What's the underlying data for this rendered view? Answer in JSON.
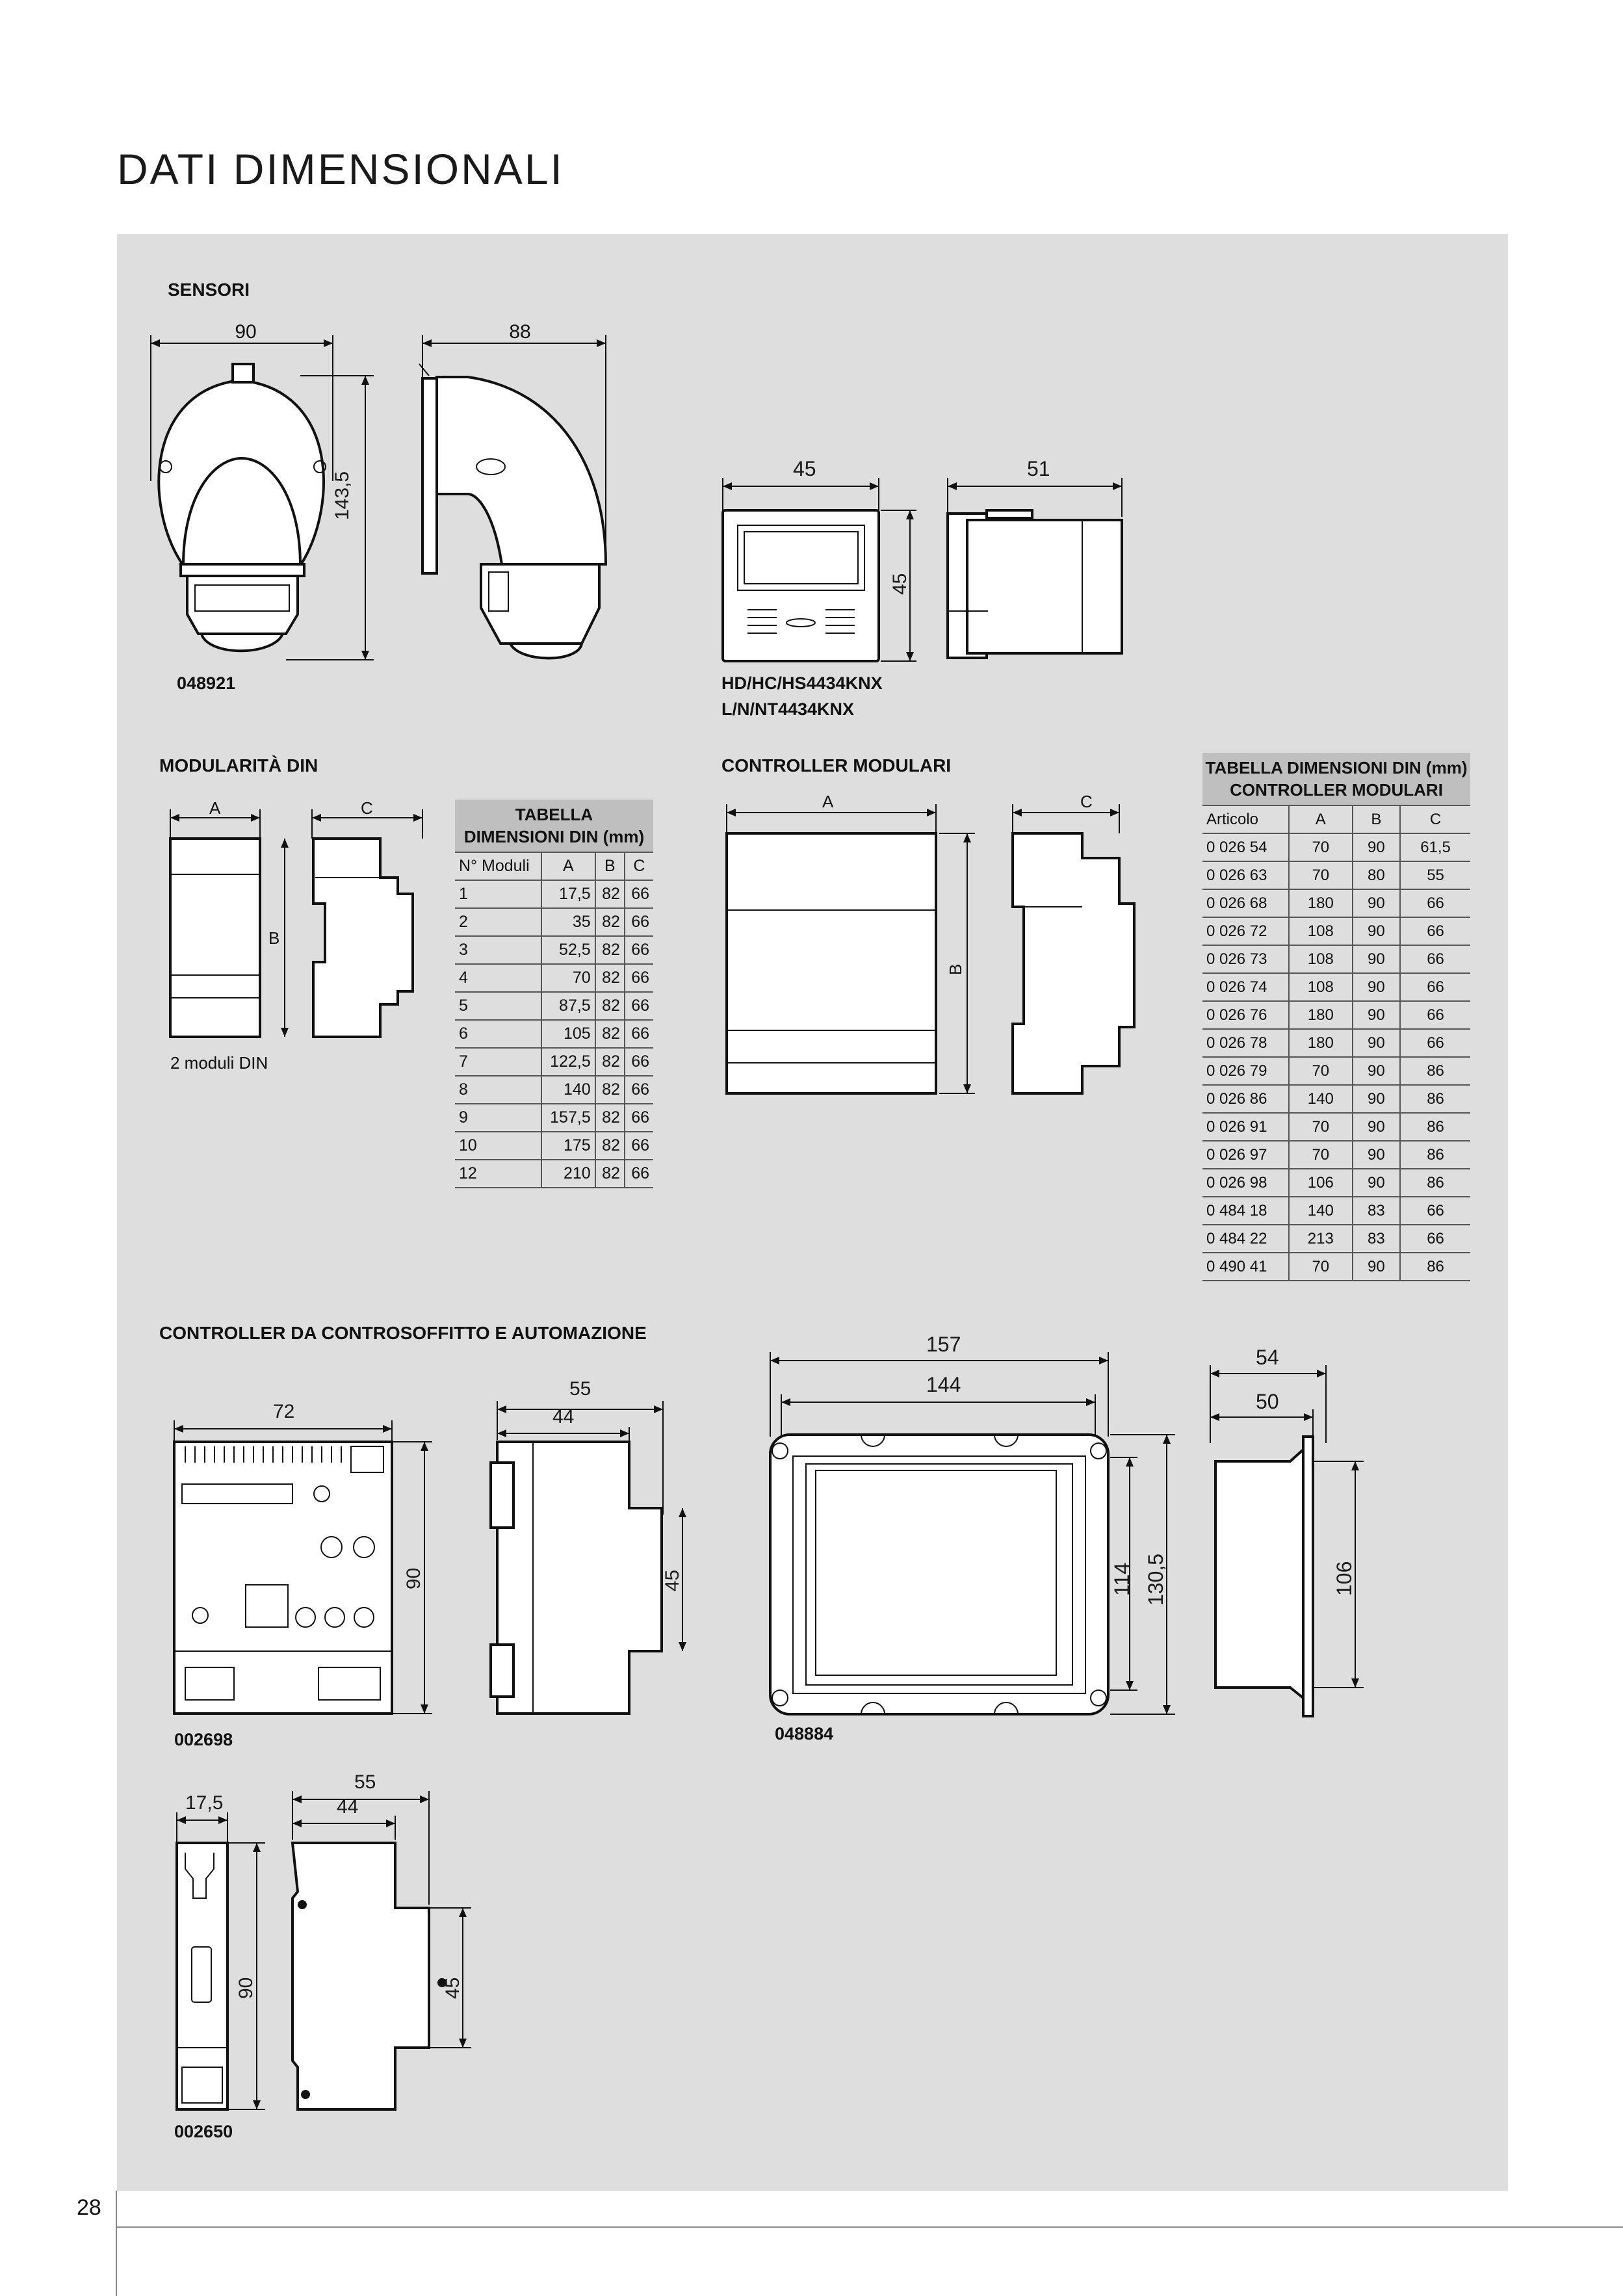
{
  "page": {
    "title": "DATI DIMENSIONALI",
    "page_number": "28"
  },
  "sensori": {
    "heading": "SENSORI",
    "dim_width_front": "90",
    "dim_height": "143,5",
    "dim_width_side": "88",
    "code": "048921",
    "ths_dim_width": "45",
    "ths_dim_height": "45",
    "ths_dim_depth": "51",
    "ths_code_1": "HD/HC/HS4434KNX",
    "ths_code_2": "L/N/NT4434KNX"
  },
  "modularita": {
    "heading": "MODULARITÀ DIN",
    "dim_a": "A",
    "dim_b": "B",
    "dim_c": "C",
    "caption": "2 moduli DIN",
    "table_title_1": "TABELLA",
    "table_title_2": "DIMENSIONI DIN (mm)",
    "columns": [
      "N° Moduli",
      "A",
      "B",
      "C"
    ],
    "rows": [
      [
        "1",
        "17,5",
        "82",
        "66"
      ],
      [
        "2",
        "35",
        "82",
        "66"
      ],
      [
        "3",
        "52,5",
        "82",
        "66"
      ],
      [
        "4",
        "70",
        "82",
        "66"
      ],
      [
        "5",
        "87,5",
        "82",
        "66"
      ],
      [
        "6",
        "105",
        "82",
        "66"
      ],
      [
        "7",
        "122,5",
        "82",
        "66"
      ],
      [
        "8",
        "140",
        "82",
        "66"
      ],
      [
        "9",
        "157,5",
        "82",
        "66"
      ],
      [
        "10",
        "175",
        "82",
        "66"
      ],
      [
        "12",
        "210",
        "82",
        "66"
      ]
    ]
  },
  "controller_modulari": {
    "heading": "CONTROLLER MODULARI",
    "dim_a": "A",
    "dim_b": "B",
    "dim_c": "C",
    "table_title_1": "TABELLA DIMENSIONI DIN (mm)",
    "table_title_2": "CONTROLLER MODULARI",
    "columns": [
      "Articolo",
      "A",
      "B",
      "C"
    ],
    "rows": [
      [
        "0 026 54",
        "70",
        "90",
        "61,5"
      ],
      [
        "0 026 63",
        "70",
        "80",
        "55"
      ],
      [
        "0 026 68",
        "180",
        "90",
        "66"
      ],
      [
        "0 026 72",
        "108",
        "90",
        "66"
      ],
      [
        "0 026 73",
        "108",
        "90",
        "66"
      ],
      [
        "0 026 74",
        "108",
        "90",
        "66"
      ],
      [
        "0 026 76",
        "180",
        "90",
        "66"
      ],
      [
        "0 026 78",
        "180",
        "90",
        "66"
      ],
      [
        "0 026 79",
        "70",
        "90",
        "86"
      ],
      [
        "0 026 86",
        "140",
        "90",
        "86"
      ],
      [
        "0 026 91",
        "70",
        "90",
        "86"
      ],
      [
        "0 026 97",
        "70",
        "90",
        "86"
      ],
      [
        "0 026 98",
        "106",
        "90",
        "86"
      ],
      [
        "0 484 18",
        "140",
        "83",
        "66"
      ],
      [
        "0 484 22",
        "213",
        "83",
        "66"
      ],
      [
        "0 490 41",
        "70",
        "90",
        "86"
      ]
    ]
  },
  "controsoffitto": {
    "heading": "CONTROLLER DA CONTROSOFFITTO E AUTOMAZIONE",
    "c1_width": "72",
    "c1_height": "90",
    "c1_depth_outer": "55",
    "c1_depth_inner": "44",
    "c1_side_height": "45",
    "c1_code": "002698",
    "c2_width_outer": "157",
    "c2_width_inner": "144",
    "c2_height_inner": "114",
    "c2_height_outer": "130,5",
    "c2_depth_outer": "54",
    "c2_depth_inner": "50",
    "c2_side_height": "106",
    "c2_code": "048884",
    "c3_width": "17,5",
    "c3_height": "90",
    "c3_depth_outer": "55",
    "c3_depth_inner": "44",
    "c3_side_height": "45",
    "c3_code": "002650"
  }
}
